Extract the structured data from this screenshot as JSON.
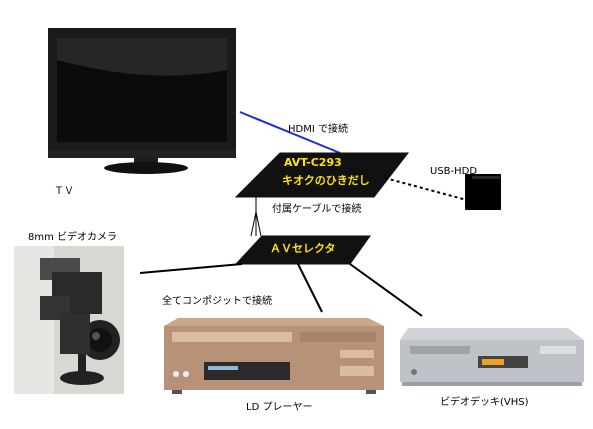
{
  "devices": {
    "tv": "ＴＶ",
    "camera": "8mm ビデオカメラ",
    "ld_player": "LD プレーヤー",
    "vcr": "ビデオデッキ(VHS)",
    "usb_hdd": "USB-HDD",
    "capture_box_model": "AVT-C293",
    "capture_box_name": "キオクのひきだし",
    "av_selector": "ＡＶセレクタ"
  },
  "connections": {
    "hdmi": "HDMI で接続",
    "bundled_cable": "付属ケーブルで接続",
    "composite": "全てコンポジットで接続"
  },
  "colors": {
    "hdmi_line": "#1b2fd6",
    "box_fill": "#111111",
    "box_text": "#ffe600"
  }
}
